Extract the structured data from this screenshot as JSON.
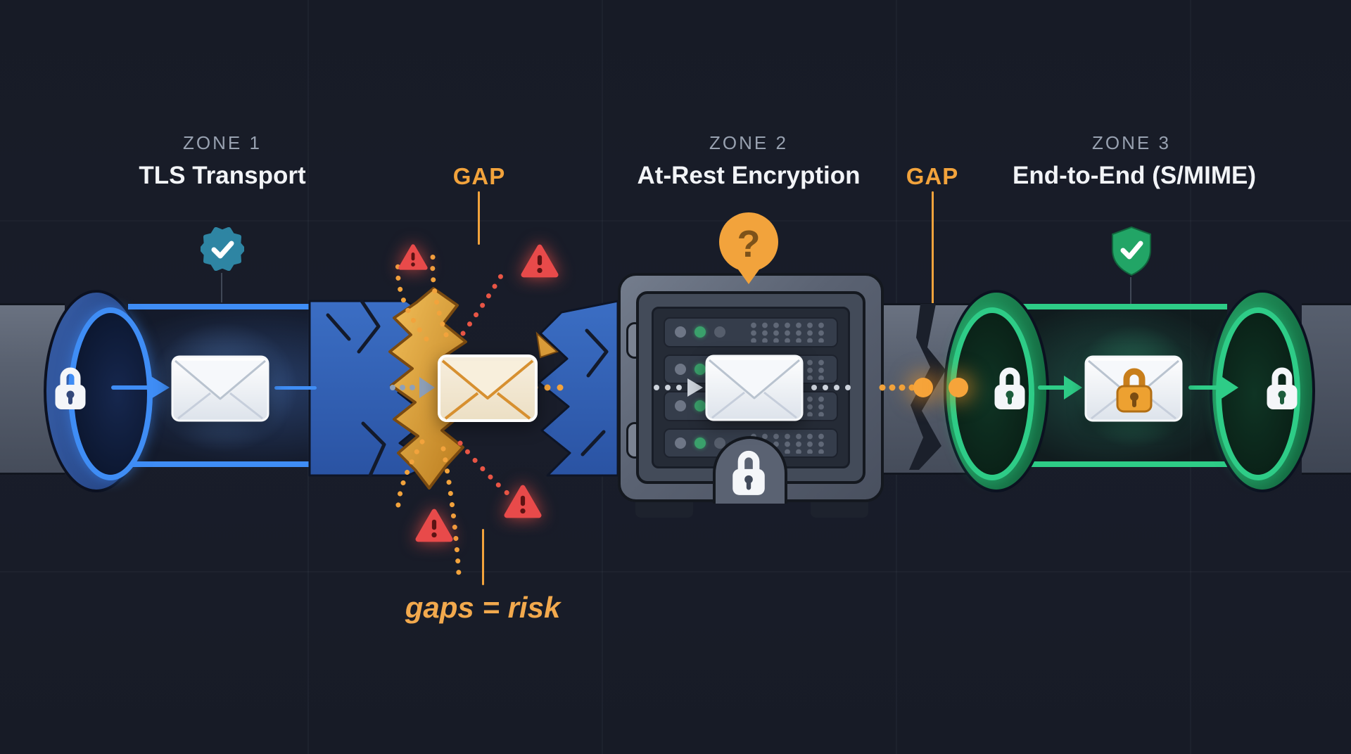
{
  "zones": [
    {
      "eyebrow": "ZONE 1",
      "title": "TLS Transport",
      "badge": "verified-check-badge",
      "accent": "#3f8df5"
    },
    {
      "eyebrow": "ZONE 2",
      "title": "At-Rest Encryption",
      "badge": "question-bubble",
      "accent": "#f2a33c"
    },
    {
      "eyebrow": "ZONE 3",
      "title": "End-to-End (S/MIME)",
      "badge": "shield-check-badge",
      "accent": "#2ecc87"
    }
  ],
  "gaps": [
    {
      "label": "GAP"
    },
    {
      "label": "GAP"
    }
  ],
  "caption": "gaps = risk",
  "badges": {
    "question_glyph": "?"
  },
  "icons": {
    "padlock": "white padlock on pipe rings, safe door and encrypted envelope",
    "envelope": "mail envelope travelling through pipeline",
    "warning": "red warning triangle with exclamation mark",
    "verified": "teal scalloped seal with white checkmark",
    "shield": "green shield with white checkmark",
    "question": "orange speech bubble with question mark"
  },
  "colors": {
    "background": "#181c28",
    "blue": "#3f8df5",
    "deep_blue": "#2b4f96",
    "green": "#2ecc87",
    "deep_green": "#1e7d52",
    "orange": "#f2a33c",
    "gold": "#d99b38",
    "red": "#e84a4a",
    "gray_pipe": "#5a6270",
    "text_primary": "#f2f4f7",
    "text_secondary": "#98a1b0"
  }
}
